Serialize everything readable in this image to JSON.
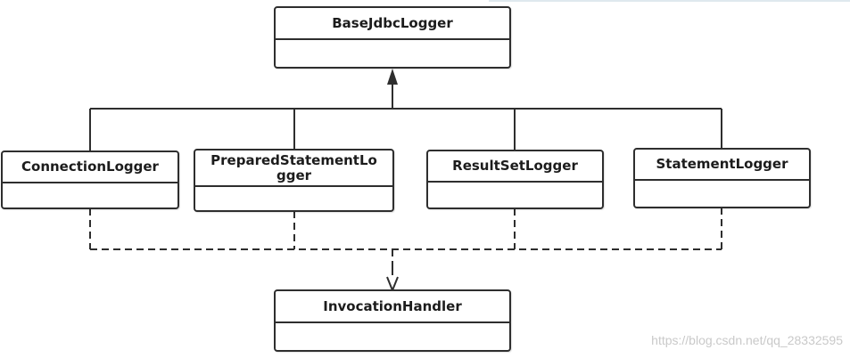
{
  "diagram": {
    "classes": {
      "base": {
        "name": "BaseJdbcLogger"
      },
      "connection": {
        "name": "ConnectionLogger"
      },
      "prepared": {
        "name": "PreparedStatementLogger"
      },
      "resultset": {
        "name": "ResultSetLogger"
      },
      "statement": {
        "name": "StatementLogger"
      },
      "handler": {
        "name": "InvocationHandler"
      }
    },
    "relations": [
      {
        "from": "ConnectionLogger",
        "to": "BaseJdbcLogger",
        "type": "inheritance"
      },
      {
        "from": "PreparedStatementLogger",
        "to": "BaseJdbcLogger",
        "type": "inheritance"
      },
      {
        "from": "ResultSetLogger",
        "to": "BaseJdbcLogger",
        "type": "inheritance"
      },
      {
        "from": "StatementLogger",
        "to": "BaseJdbcLogger",
        "type": "inheritance"
      },
      {
        "from": "ConnectionLogger",
        "to": "InvocationHandler",
        "type": "implementation"
      },
      {
        "from": "PreparedStatementLogger",
        "to": "InvocationHandler",
        "type": "implementation"
      },
      {
        "from": "ResultSetLogger",
        "to": "InvocationHandler",
        "type": "implementation"
      },
      {
        "from": "StatementLogger",
        "to": "InvocationHandler",
        "type": "implementation"
      }
    ]
  },
  "watermark": "https://blog.csdn.net/qq_28332595",
  "colors": {
    "stroke": "#2e2e2e",
    "background": "#ffffff",
    "watermark": "#c9c9c9"
  }
}
